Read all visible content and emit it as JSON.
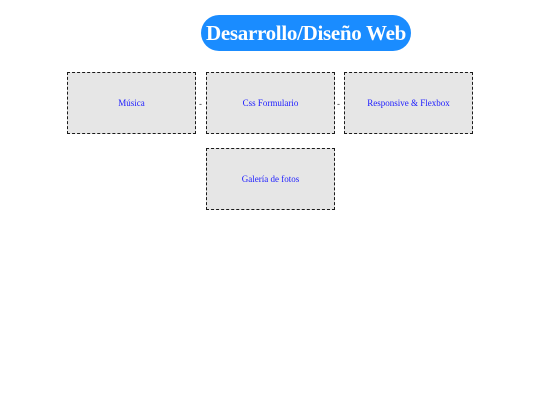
{
  "header": {
    "title": "Desarrollo/Diseño Web",
    "accent_color": "#1a8cff"
  },
  "cards": [
    {
      "label": "Música"
    },
    {
      "label": "Css Formulario"
    },
    {
      "label": "Responsive & Flexbox"
    },
    {
      "label": "Galería de fotos"
    }
  ],
  "separators": [
    "-",
    "-"
  ],
  "colors": {
    "card_background": "#e6e6e6",
    "card_border": "#1a1a1a",
    "link_text": "#1a1aff"
  }
}
